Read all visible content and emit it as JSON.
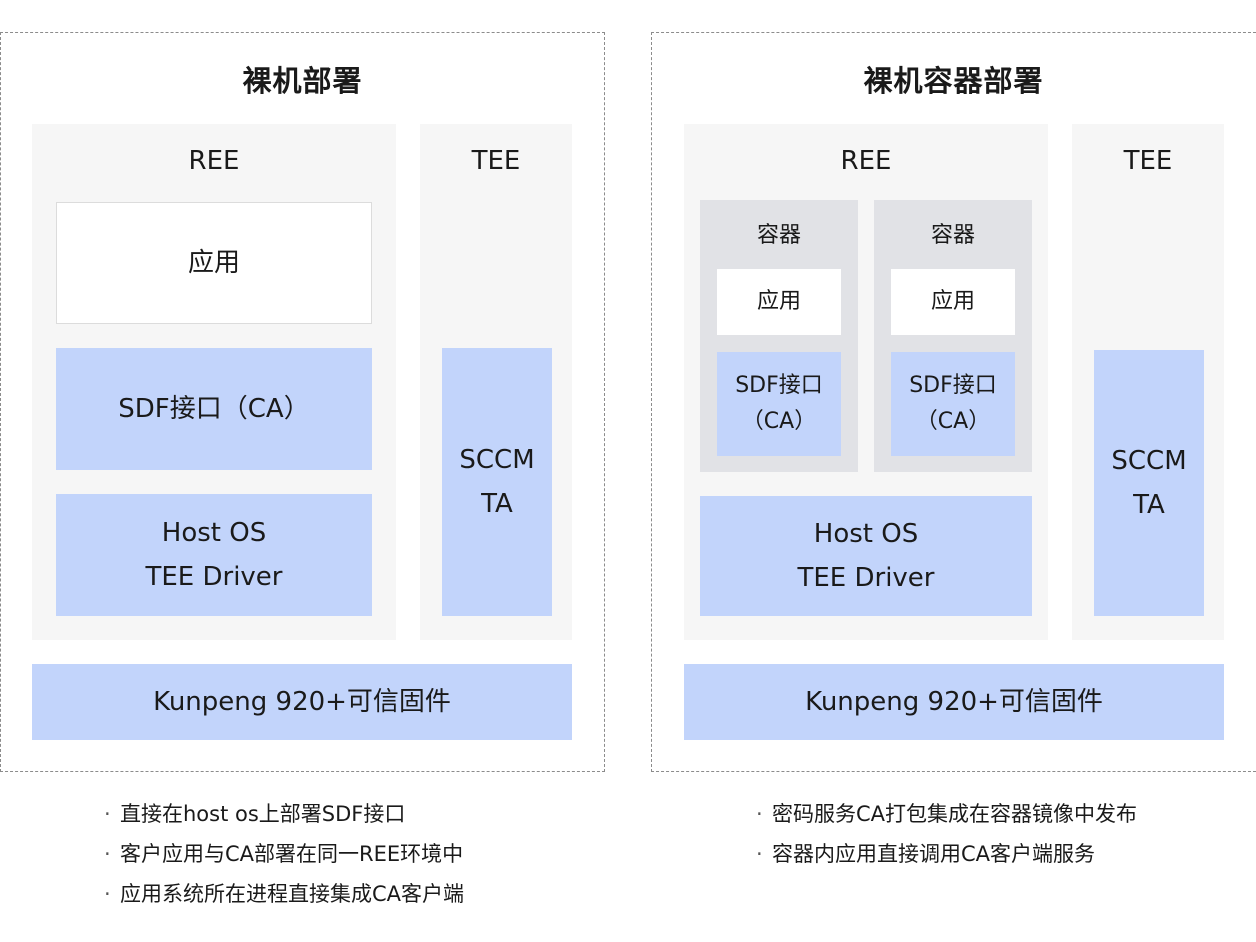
{
  "left": {
    "title": "裸机部署",
    "ree_label": "REE",
    "tee_label": "TEE",
    "app": "应用",
    "sdf": "SDF接口（CA）",
    "host_line1": "Host OS",
    "host_line2": "TEE Driver",
    "sccm_line1": "SCCM",
    "sccm_line2": "TA",
    "hardware": "Kunpeng 920+可信固件",
    "bullets": [
      "直接在host os上部署SDF接口",
      "客户应用与CA部署在同一REE环境中",
      "应用系统所在进程直接集成CA客户端"
    ]
  },
  "right": {
    "title": "裸机容器部署",
    "ree_label": "REE",
    "tee_label": "TEE",
    "container_label": "容器",
    "app": "应用",
    "sdf_line1": "SDF接口",
    "sdf_line2": "（CA）",
    "host_line1": "Host OS",
    "host_line2": "TEE Driver",
    "sccm_line1": "SCCM",
    "sccm_line2": "TA",
    "hardware": "Kunpeng 920+可信固件",
    "bullets": [
      "密码服务CA打包集成在容器镜像中发布",
      "容器内应用直接调用CA客户端服务"
    ]
  },
  "bullet_marker": "·",
  "colors": {
    "component_blue": "#c2d4fb",
    "zone_gray": "#f6f6f6",
    "container_gray": "#e1e2e6",
    "border_dashed": "#8c8c8c"
  }
}
